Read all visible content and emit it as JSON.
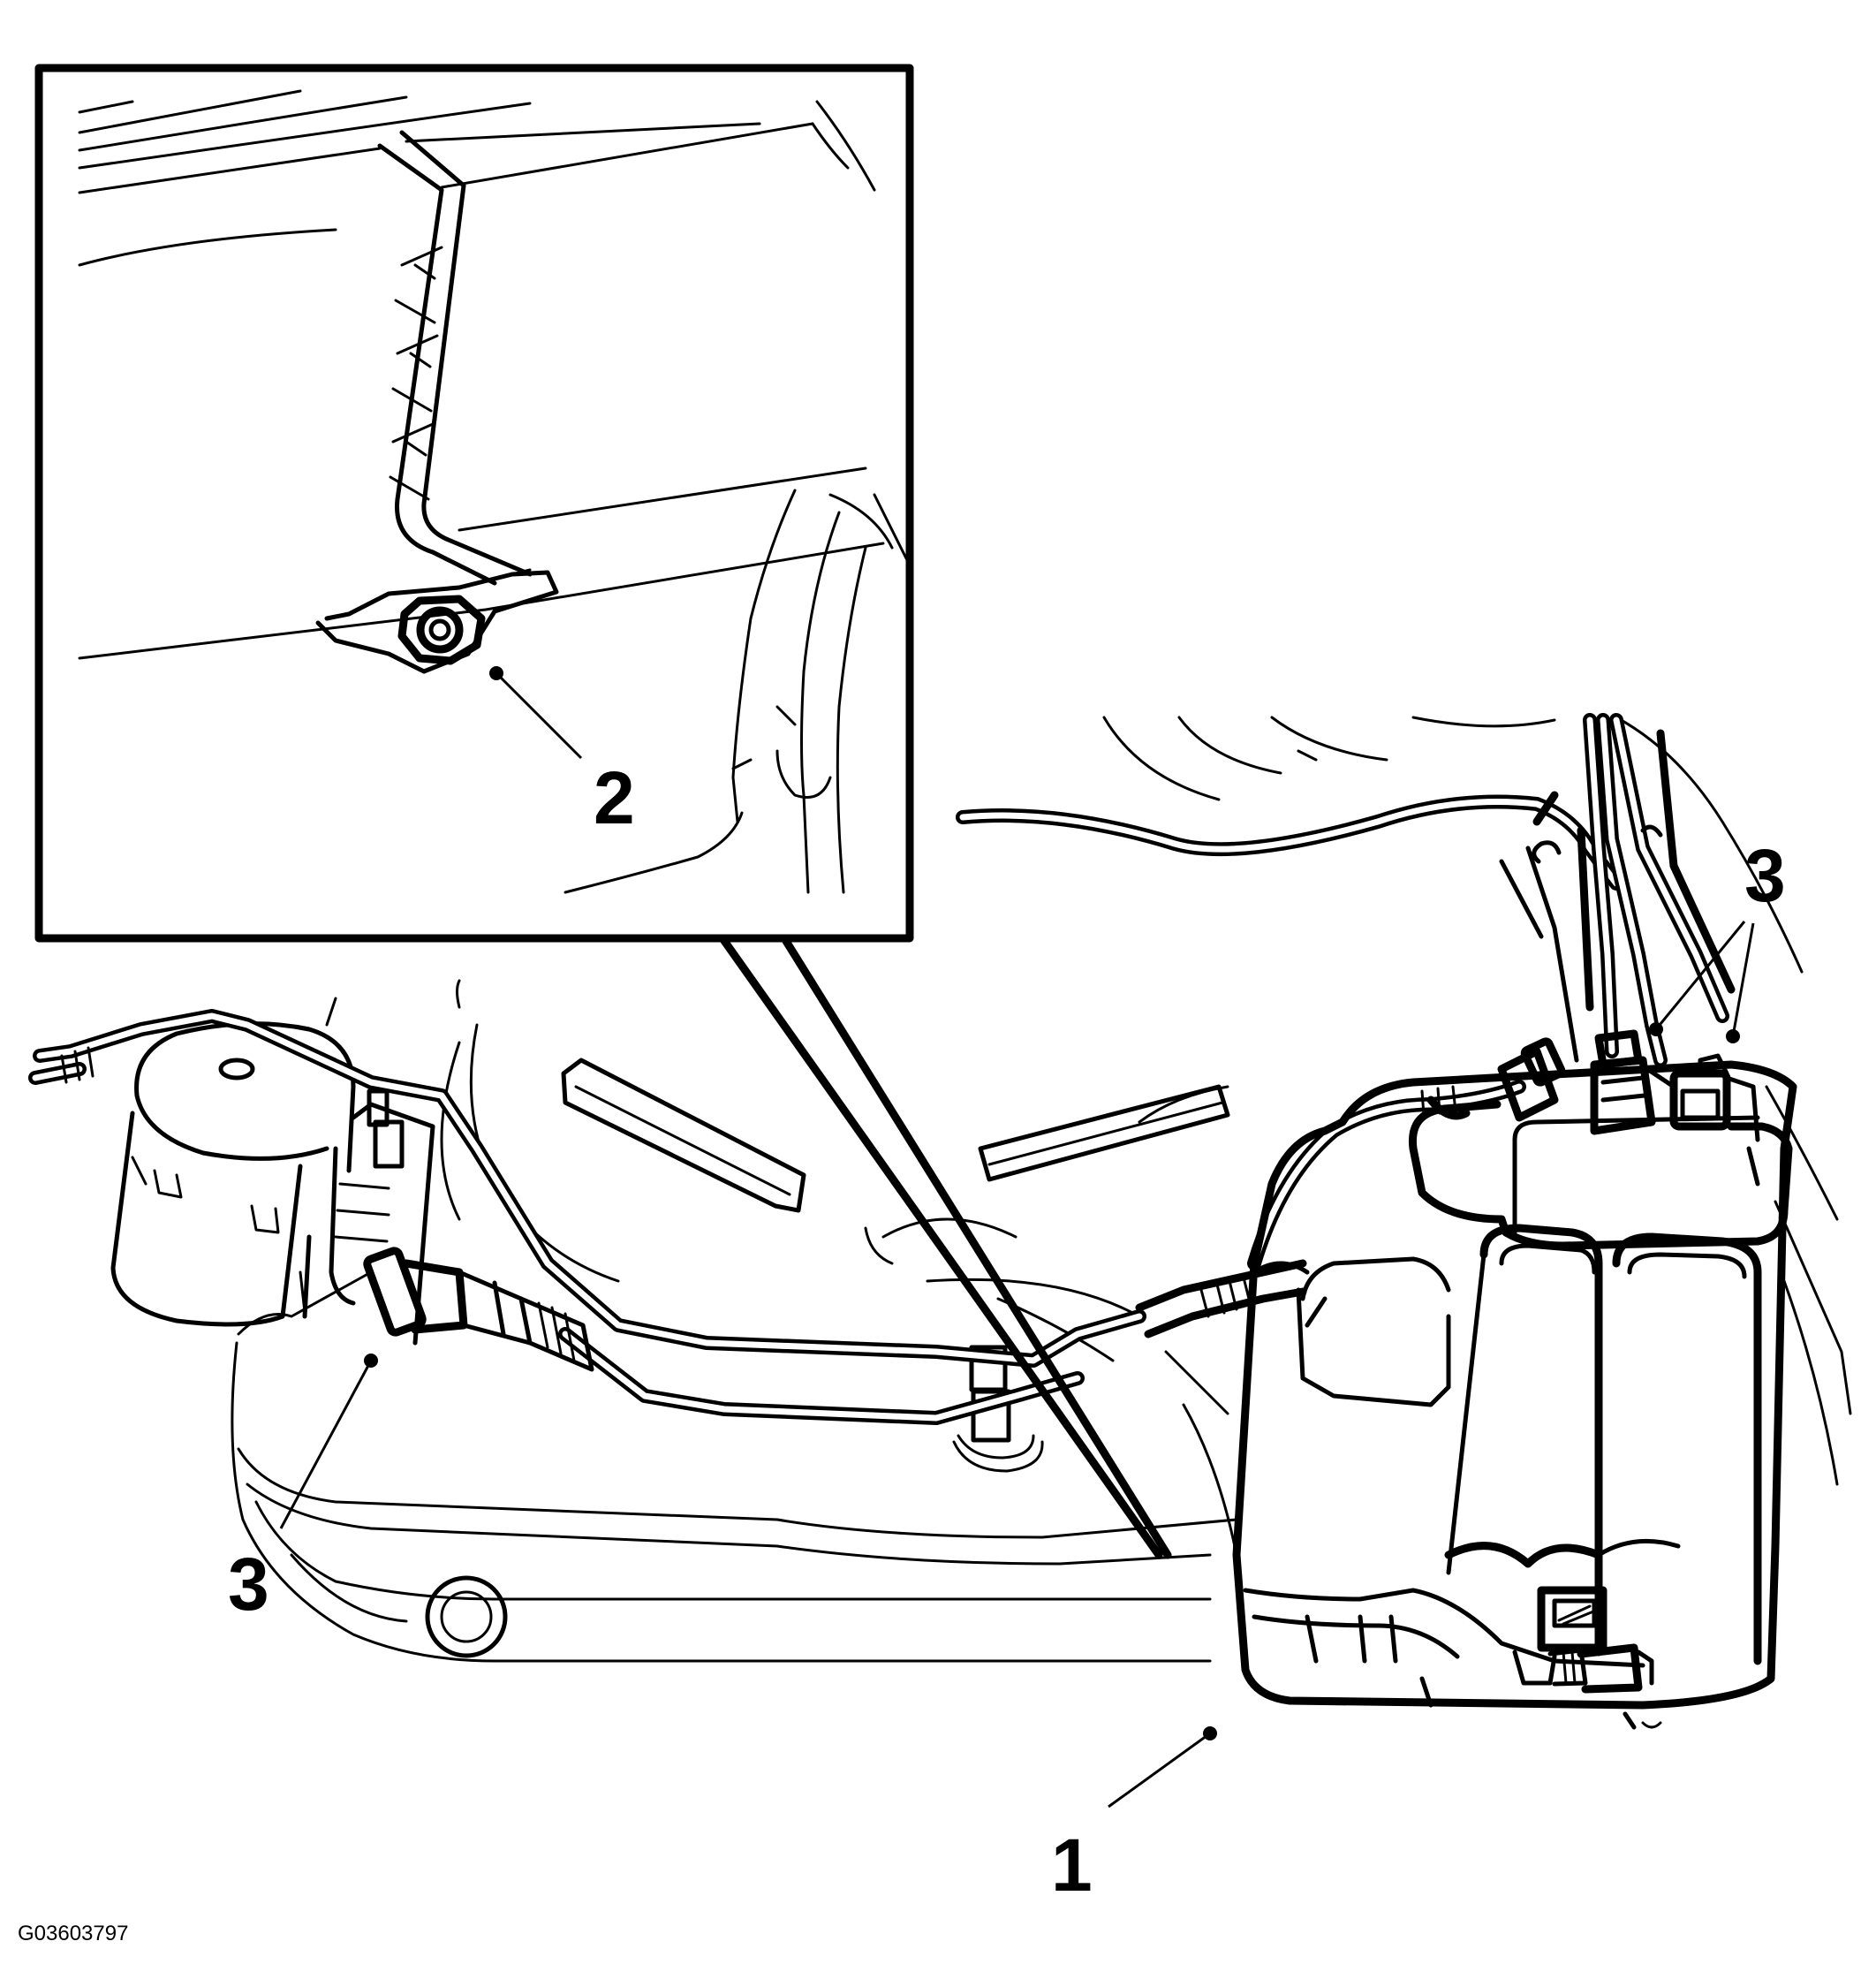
{
  "figure": {
    "id": "G03603797",
    "callouts": [
      {
        "key": "callout_1",
        "label": "1"
      },
      {
        "key": "callout_2",
        "label": "2"
      },
      {
        "key": "callout_3_left",
        "label": "3"
      },
      {
        "key": "callout_3_right",
        "label": "3"
      }
    ],
    "colors": {
      "line": "#000000",
      "background": "#ffffff"
    }
  }
}
